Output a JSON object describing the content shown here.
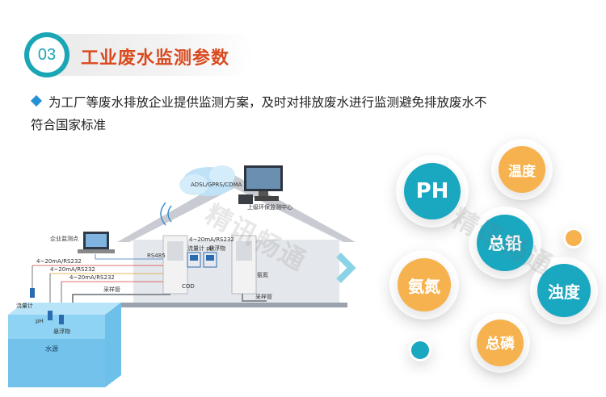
{
  "header": {
    "number": "03",
    "title": "工业废水监测参数"
  },
  "intro": {
    "text": "为工厂等废水排放企业提供监测方案，及时对排放废水进行监测避免排放废水不符合国家标准"
  },
  "diagram": {
    "cloud_label": "ADSL/GPRS/CDMA",
    "monitor_center": "上级环保监测中心",
    "enterprise_point": "企业监测点",
    "rs485": "RS485",
    "rs232_top": "4~20mA/RS232",
    "line1": "4~20mA/RS232",
    "line2": "4~20mA/RS232",
    "line3": "4~20mA/RS232",
    "flowmeter_label": "流量计 pH",
    "ss_label": "悬浮物",
    "cod": "COD",
    "ammonia": "氨氮",
    "sampling1": "采样管",
    "sampling2": "采样管",
    "flowmeter": "流量计",
    "ph": "pH",
    "ss": "悬浮物",
    "water_source": "水源"
  },
  "params": [
    {
      "label": "PH",
      "color": "#1aa7c0"
    },
    {
      "label": "温度",
      "color": "#f6b24e"
    },
    {
      "label": "总铅",
      "color": "#1aa7c0"
    },
    {
      "label": "氨氮",
      "color": "#f6b24e"
    },
    {
      "label": "浊度",
      "color": "#1aa7c0"
    },
    {
      "label": "总磷",
      "color": "#f6b24e"
    }
  ],
  "watermark": "精讯畅通"
}
